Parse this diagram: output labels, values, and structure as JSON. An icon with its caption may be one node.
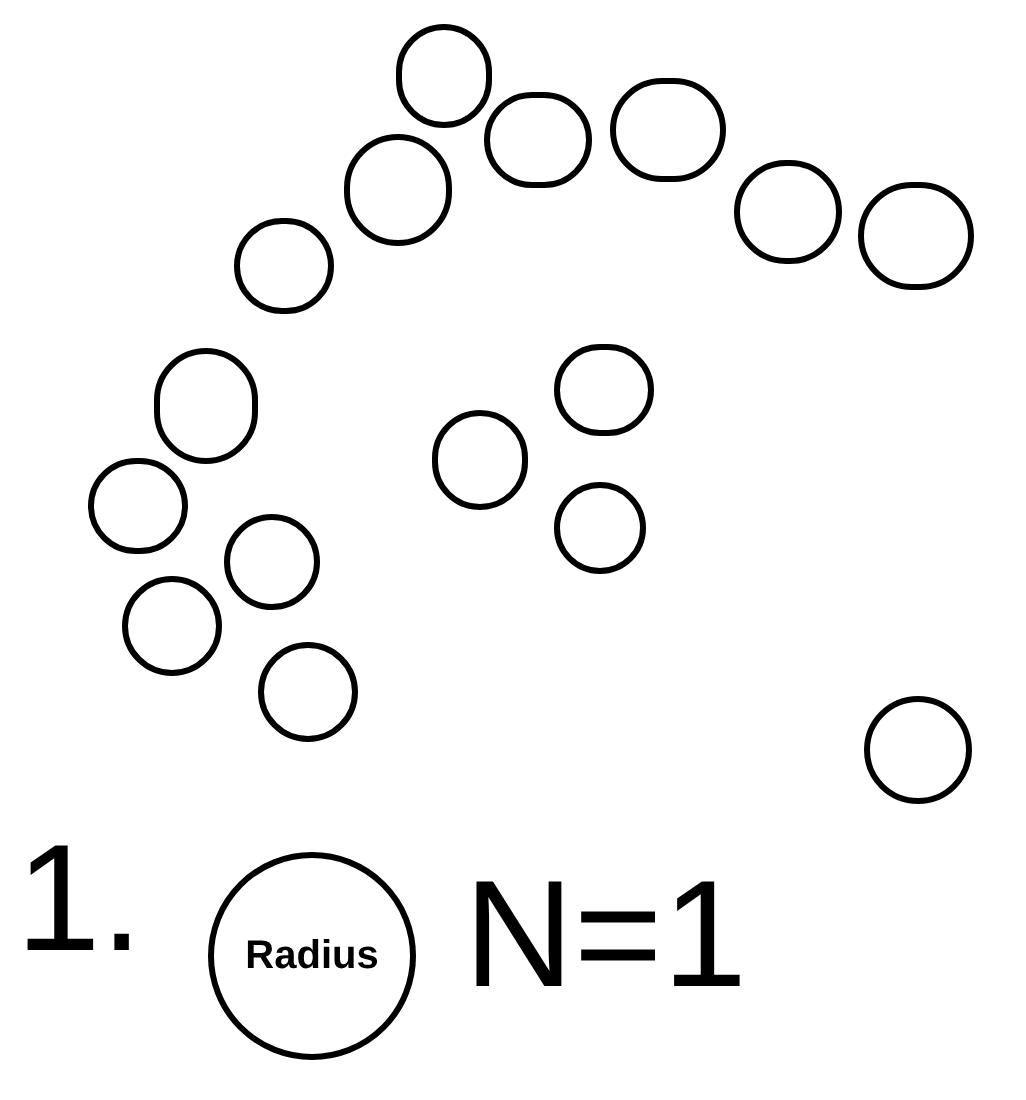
{
  "diagram": {
    "nodes": [
      {
        "text": [],
        "shape": "circle"
      },
      {
        "text": [],
        "shape": "circle"
      },
      {
        "text": [],
        "shape": "circle"
      },
      {
        "text": [],
        "shape": "circle"
      },
      {
        "text": [],
        "shape": "circle"
      },
      {
        "text": [],
        "shape": "circle"
      },
      {
        "text": [],
        "shape": "circle"
      },
      {
        "text": [],
        "shape": "circle"
      },
      {
        "text": [],
        "shape": "circle"
      },
      {
        "text": [],
        "shape": "circle"
      },
      {
        "text": [],
        "shape": "circle"
      },
      {
        "text": [],
        "shape": "circle"
      },
      {
        "text": [],
        "shape": "circle"
      },
      {
        "text": [],
        "shape": "circle"
      },
      {
        "text": [],
        "shape": "circle"
      },
      {
        "text": [],
        "shape": "circle"
      },
      {
        "text": [
          "Radius"
        ]
      }
    ],
    "labels": [
      "1.",
      "N=1"
    ]
  }
}
